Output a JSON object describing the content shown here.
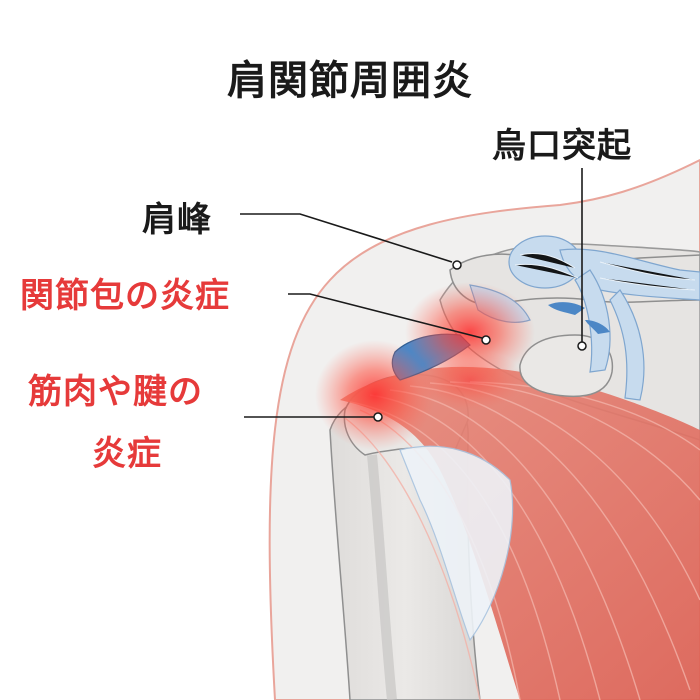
{
  "title": "肩関節周囲炎",
  "labels": {
    "coracoid": "烏口突起",
    "acromion": "肩峰",
    "capsule_inflammation": "関節包の炎症",
    "muscle_tendon_inflammation_line1": "筋肉や腱の",
    "muscle_tendon_inflammation_line2": "炎症"
  },
  "colors": {
    "title": "#1a1a1a",
    "label_black": "#1a1a1a",
    "label_red": "#e63a3a",
    "body_outline": "#e9a59b",
    "bone": "#e7e5e3",
    "bone_outline": "#8f8f8f",
    "muscle": "#e47467",
    "ligament": "#b9d2ea",
    "cartilage": "#4c87c6",
    "inflammation": "#ff3b3b"
  }
}
